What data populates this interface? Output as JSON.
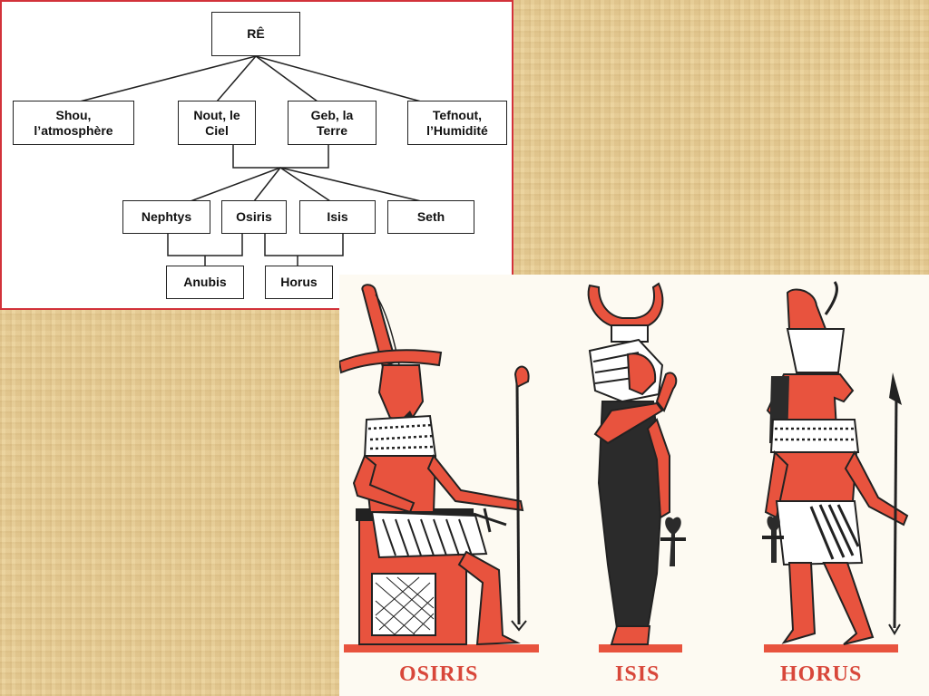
{
  "family_tree": {
    "root": "RÊ",
    "generation2": [
      "Shou,\nl’atmosphère",
      "Nout, le\nCiel",
      "Geb, la\nTerre",
      "Tefnout,\nl’Humidité"
    ],
    "generation3": [
      "Nephtys",
      "Osiris",
      "Isis",
      "Seth"
    ],
    "generation4": [
      "Anubis",
      "Horus"
    ]
  },
  "deities": {
    "captions": [
      "OSIRIS",
      "ISIS",
      "HORUS"
    ]
  },
  "colors": {
    "panel_border": "#d2323a",
    "figure_red": "#e8533e",
    "caption_red": "#d8473a",
    "papyrus": "#e8cf98"
  }
}
